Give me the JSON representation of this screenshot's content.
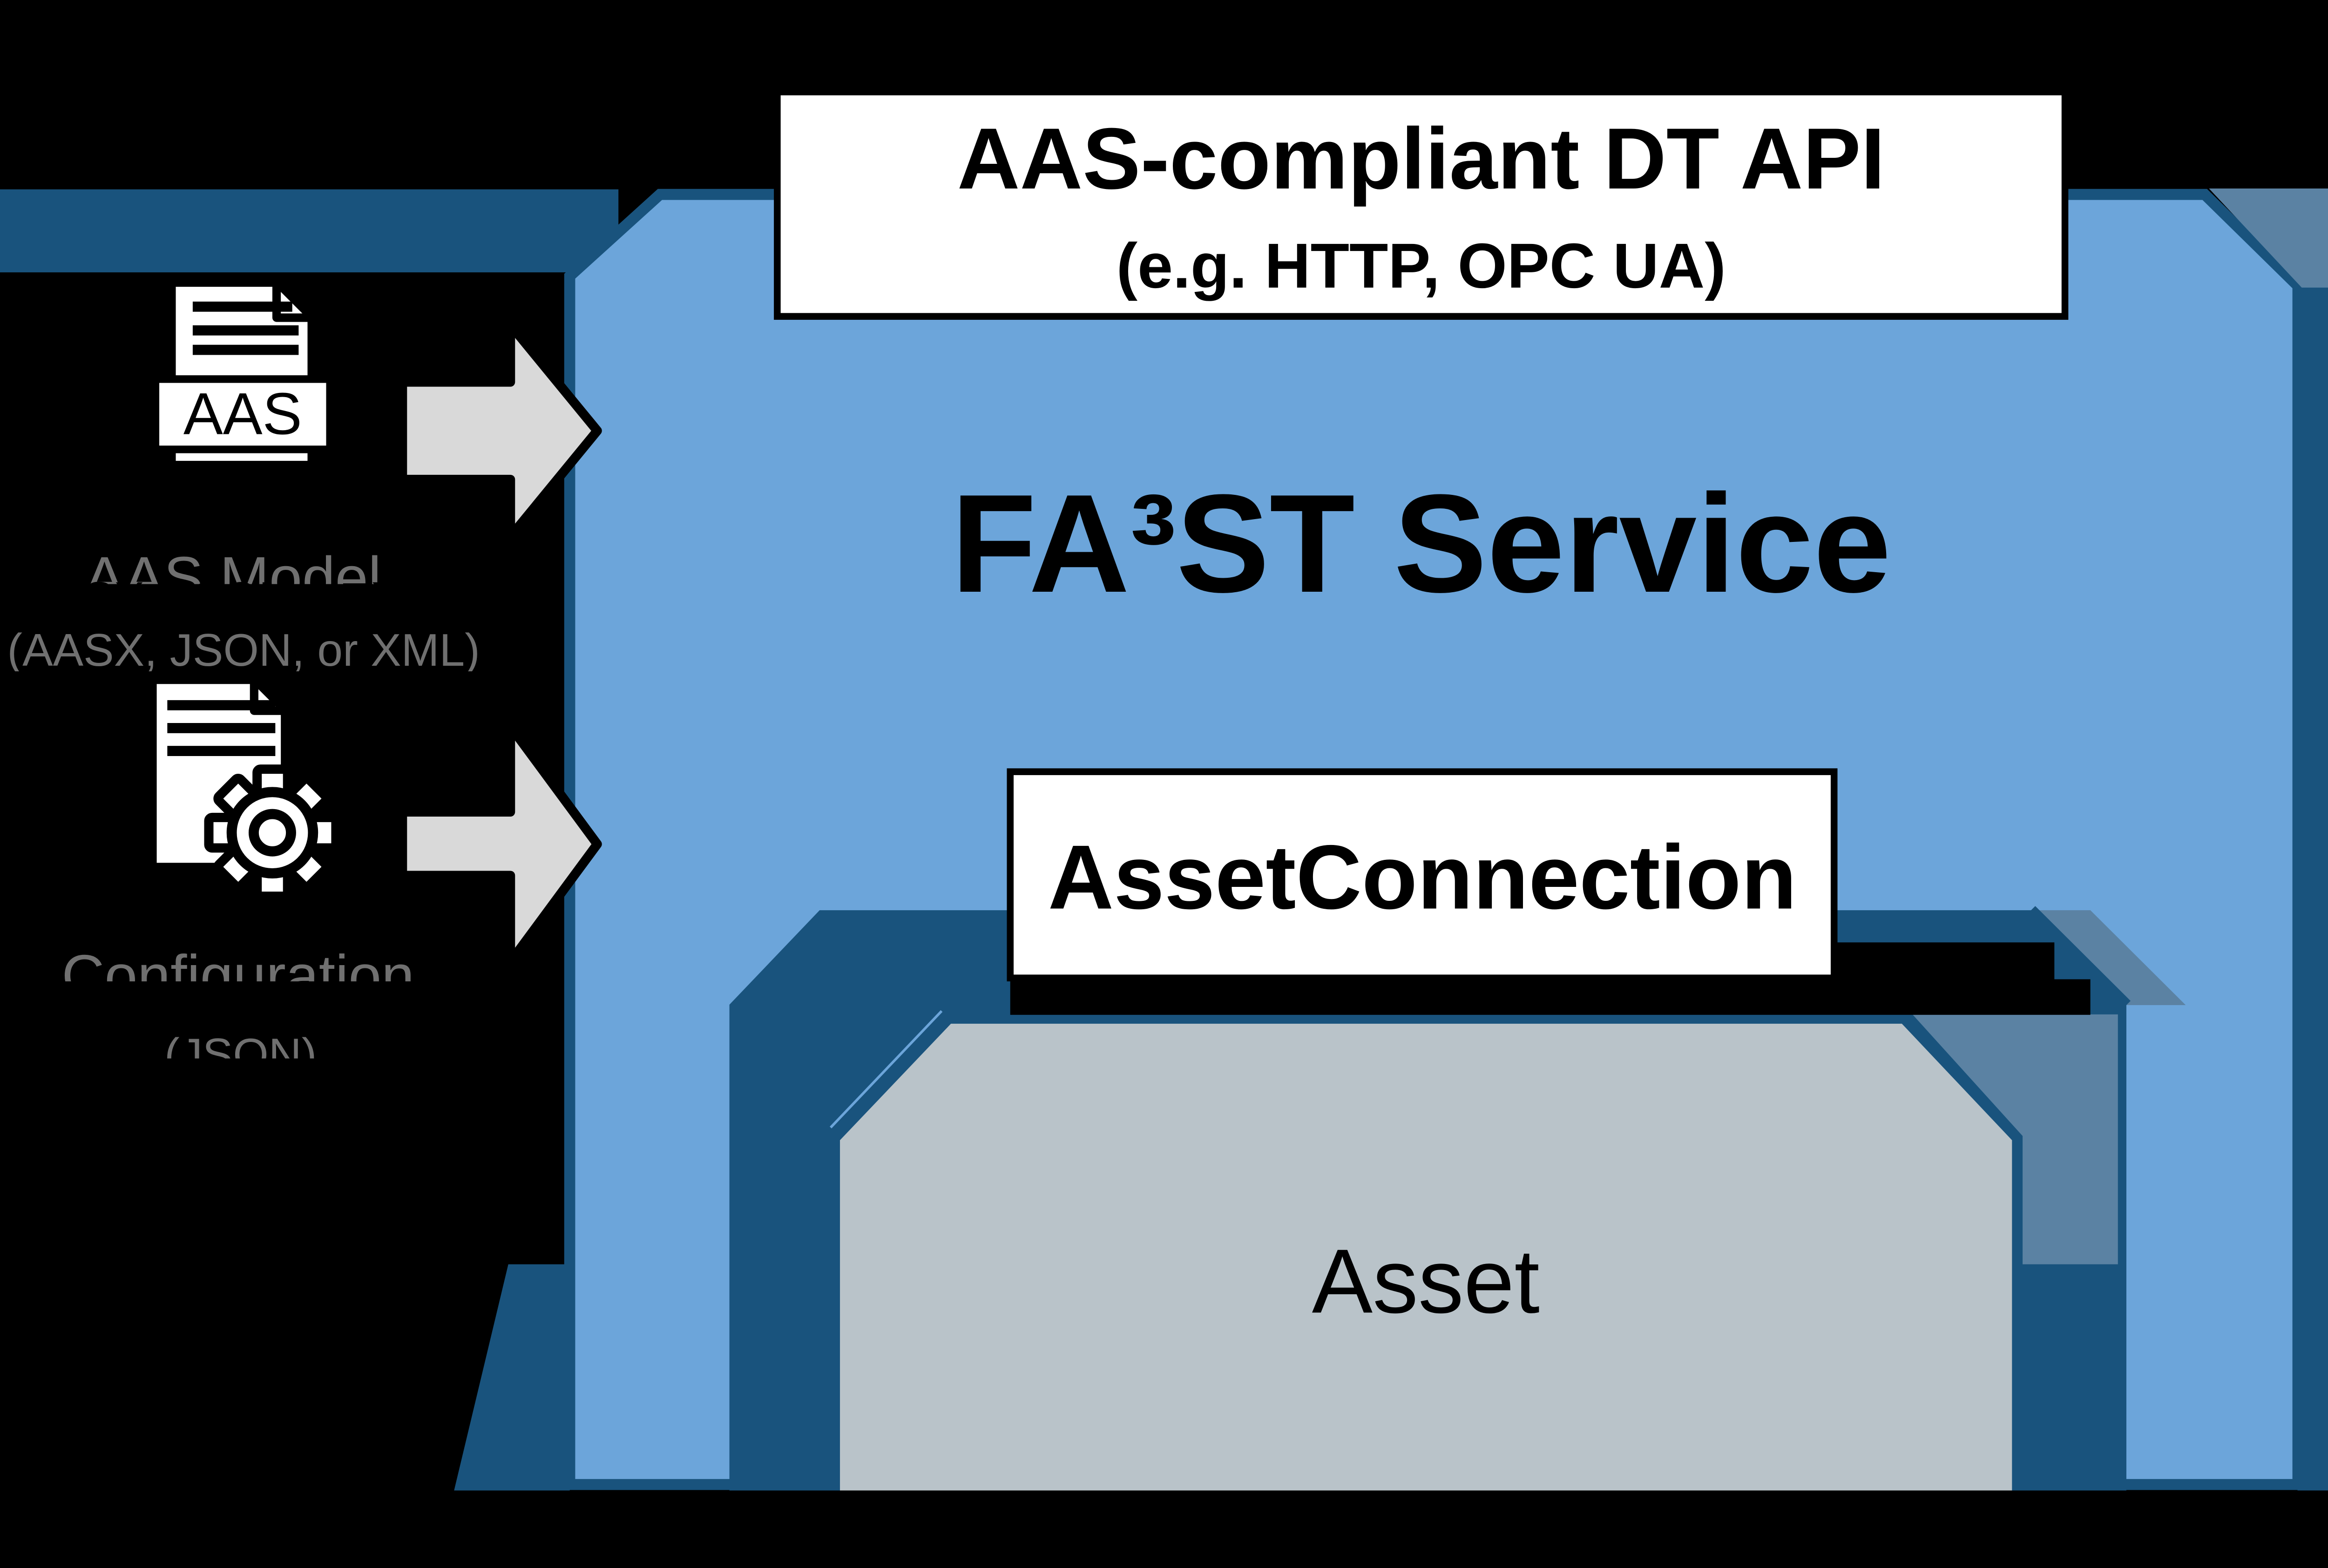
{
  "diagram": {
    "api_box": {
      "line1": "AAS-compliant DT API",
      "line2": "(e.g. HTTP, OPC UA)"
    },
    "service_title": "FA³ST Service",
    "asset_connection_label": "AssetConnection",
    "asset_label": "Asset",
    "aas_file": {
      "badge": "AAS",
      "title": "AAS Model",
      "subtitle": "(AASX, JSON, or XML)"
    },
    "config_file": {
      "title": "Configuration",
      "subtitle": "(JSON)"
    },
    "colors": {
      "background": "#000000",
      "service_fill": "#6CA5DA",
      "edge_navy": "#19537D",
      "face_slate": "#5B82A3",
      "asset_fill": "#B9C3C9",
      "arrow_fill": "#D9D9D9",
      "box_bg": "#FFFFFF",
      "text": "#000000",
      "ghost_gray": "#707070"
    }
  }
}
